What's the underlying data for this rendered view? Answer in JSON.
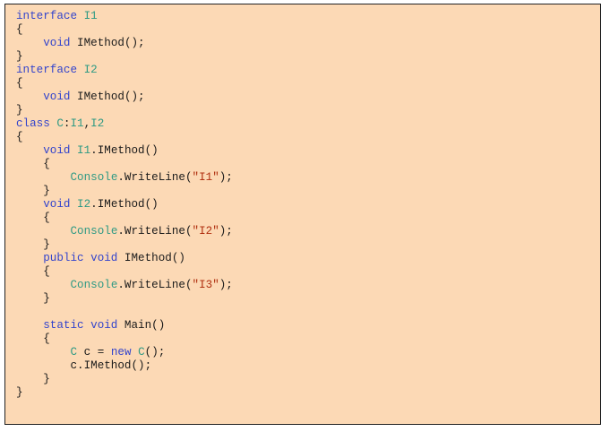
{
  "code": {
    "lines": [
      [
        [
          "kw",
          "interface "
        ],
        [
          "type",
          "I1"
        ]
      ],
      [
        [
          "brace",
          "{"
        ]
      ],
      [
        [
          "id",
          "    "
        ],
        [
          "kw",
          "void"
        ],
        [
          "id",
          " IMethod"
        ],
        [
          "pun",
          "();"
        ]
      ],
      [
        [
          "brace",
          "}"
        ]
      ],
      [
        [
          "kw",
          "interface "
        ],
        [
          "type",
          "I2"
        ]
      ],
      [
        [
          "brace",
          "{"
        ]
      ],
      [
        [
          "id",
          "    "
        ],
        [
          "kw",
          "void"
        ],
        [
          "id",
          " IMethod"
        ],
        [
          "pun",
          "();"
        ]
      ],
      [
        [
          "brace",
          "}"
        ]
      ],
      [
        [
          "kw",
          "class "
        ],
        [
          "type",
          "C"
        ],
        [
          "pun",
          ":"
        ],
        [
          "type",
          "I1"
        ],
        [
          "pun",
          ","
        ],
        [
          "type",
          "I2"
        ]
      ],
      [
        [
          "brace",
          "{"
        ]
      ],
      [
        [
          "id",
          "    "
        ],
        [
          "kw",
          "void "
        ],
        [
          "type",
          "I1"
        ],
        [
          "id",
          ".IMethod"
        ],
        [
          "pun",
          "()"
        ]
      ],
      [
        [
          "id",
          "    "
        ],
        [
          "brace",
          "{"
        ]
      ],
      [
        [
          "id",
          "        "
        ],
        [
          "type",
          "Console"
        ],
        [
          "id",
          ".WriteLine"
        ],
        [
          "pun",
          "("
        ],
        [
          "str",
          "\"I1\""
        ],
        [
          "pun",
          ");"
        ]
      ],
      [
        [
          "id",
          "    "
        ],
        [
          "brace",
          "}"
        ]
      ],
      [
        [
          "id",
          "    "
        ],
        [
          "kw",
          "void "
        ],
        [
          "type",
          "I2"
        ],
        [
          "id",
          ".IMethod"
        ],
        [
          "pun",
          "()"
        ]
      ],
      [
        [
          "id",
          "    "
        ],
        [
          "brace",
          "{"
        ]
      ],
      [
        [
          "id",
          "        "
        ],
        [
          "type",
          "Console"
        ],
        [
          "id",
          ".WriteLine"
        ],
        [
          "pun",
          "("
        ],
        [
          "str",
          "\"I2\""
        ],
        [
          "pun",
          ");"
        ]
      ],
      [
        [
          "id",
          "    "
        ],
        [
          "brace",
          "}"
        ]
      ],
      [
        [
          "id",
          "    "
        ],
        [
          "kw",
          "public void"
        ],
        [
          "id",
          " IMethod"
        ],
        [
          "pun",
          "()"
        ]
      ],
      [
        [
          "id",
          "    "
        ],
        [
          "brace",
          "{"
        ]
      ],
      [
        [
          "id",
          "        "
        ],
        [
          "type",
          "Console"
        ],
        [
          "id",
          ".WriteLine"
        ],
        [
          "pun",
          "("
        ],
        [
          "str",
          "\"I3\""
        ],
        [
          "pun",
          ");"
        ]
      ],
      [
        [
          "id",
          "    "
        ],
        [
          "brace",
          "}"
        ]
      ],
      [],
      [
        [
          "id",
          "    "
        ],
        [
          "kw",
          "static void"
        ],
        [
          "id",
          " Main"
        ],
        [
          "pun",
          "()"
        ]
      ],
      [
        [
          "id",
          "    "
        ],
        [
          "brace",
          "{"
        ]
      ],
      [
        [
          "id",
          "        "
        ],
        [
          "type",
          "C"
        ],
        [
          "id",
          " c = "
        ],
        [
          "kw",
          "new"
        ],
        [
          "id",
          " "
        ],
        [
          "type",
          "C"
        ],
        [
          "pun",
          "();"
        ]
      ],
      [
        [
          "id",
          "        c.IMethod"
        ],
        [
          "pun",
          "();"
        ]
      ],
      [
        [
          "id",
          "    "
        ],
        [
          "brace",
          "}"
        ]
      ],
      [
        [
          "brace",
          "}"
        ]
      ]
    ]
  }
}
